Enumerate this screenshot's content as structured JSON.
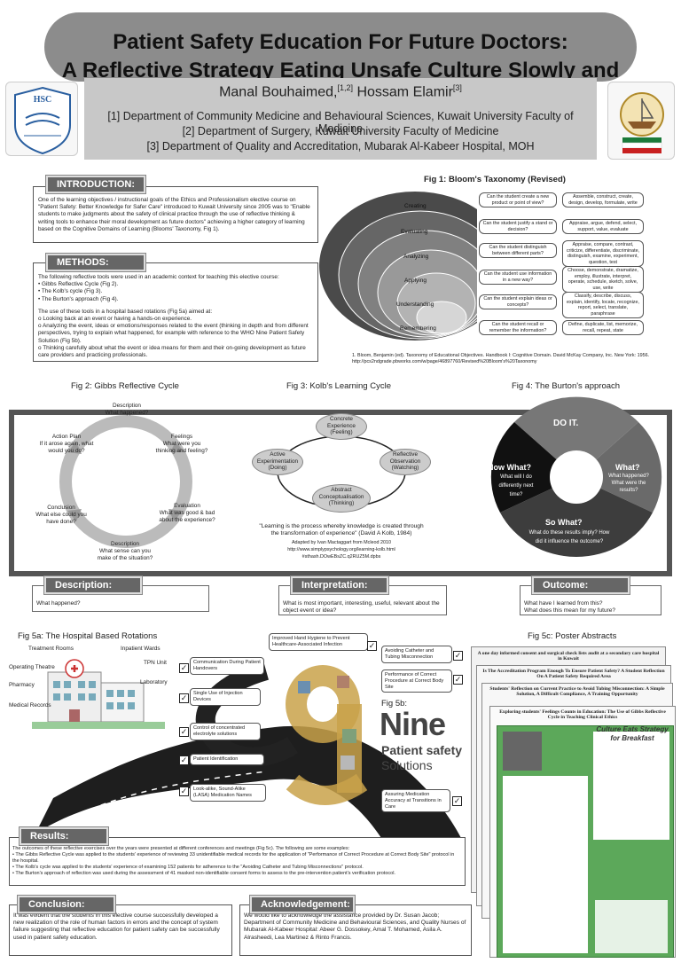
{
  "header": {
    "title_line1": "Patient Safety Education For Future Doctors:",
    "title_line2": "A Reflective Strategy Eating Unsafe Culture Slowly and Surely",
    "author1": "Manal Bouhaimed,",
    "author1_sup": "[1,2]",
    "author2": " Hossam Elamir",
    "author2_sup": "[3]",
    "affiliations": [
      "[1] Department of Community Medicine and Behavioural Sciences, Kuwait University Faculty of Medicine",
      "[2] Department of Surgery, Kuwait University Faculty of Medicine",
      "[3] Department of Quality and Accreditation, Mubarak Al-Kabeer Hospital, MOH"
    ],
    "logo_left": "HSC"
  },
  "introduction": {
    "heading": "INTRODUCTION:",
    "text": "One of the learning objectives / instructional goals of the Ethics and Professionalism elective course on \"Patient Safety: Better Knowledge for Safer Care\" introduced to Kuwait University since 2005 was to \"Enable students to make judgments about the safety of clinical practice through the use of reflective thinking & writing tools to enhance their moral development as future doctors\" achieving a higher category of learning based on the Cognitive Domains of Learning (Blooms' Taxonomy, Fig 1)."
  },
  "methods": {
    "heading": "METHODS:",
    "intro": "The following reflective tools were used in an academic context for teaching this elective course:",
    "tools": [
      "• Gibbs Reflective Cycle (Fig 2).",
      "• The Kolb's cycle (Fig 3).",
      "• The Burton's approach (Fig 4)."
    ],
    "aim": "The use of these tools in a hospital based rotations (Fig 5a) aimed at:",
    "aims": [
      "o   Looking back at an event or having a hands-on experience.",
      "o   Analyzing the event, ideas or emotions/responses related to the event (thinking in depth and from different perspectives, trying to explain what happened, for example with reference to the WHO Nine Patient Safety Solution (Fig 5b).",
      "o   Thinking carefully about what the event or idea means for them and their on-going development as future care providers and practicing professionals."
    ]
  },
  "fig1": {
    "title": "Fig 1: Bloom's Taxonomy (Revised)",
    "levels": [
      "Creating",
      "Evaluating",
      "Analyzing",
      "Applying",
      "Understanding",
      "Remembering"
    ],
    "questions": [
      "Can the student create a new product or point of view?",
      "Can the student justify a stand or decision?",
      "Can the student distinguish between different parts?",
      "Can the student use information in a new way?",
      "Can the student explain ideas or concepts?",
      "Can the student recall or remember the information?"
    ],
    "verbs": [
      "Assemble, construct, create, design, develop, formulate, write",
      "Appraise, argue, defend, select, support, value, evaluate",
      "Appraise, compare, contrast, criticize, differentiate, discriminate, distinguish, examine, experiment, question, test",
      "Choose, demonstrate, dramatize, employ, illustrate, interpret, operate, schedule, sketch, solve, use, write",
      "Classify, describe, discuss, explain, identify, locate, recognize, report, select, translate, paraphrase",
      "Define, duplicate, list, memorize, recall, repeat, state"
    ],
    "reference": "1. Bloom, Benjamin (ed). Taxonomy of Educational Objectives. Handbook I: Cognitive Domain. David McKay Company, Inc. New York: 1956. http://pcs2ndgrade.pbworks.com/w/page/46897760/Revised%20Bloom's%20Taxonomy"
  },
  "fig2": {
    "title": "Fig 2: Gibbs Reflective Cycle",
    "stages": [
      {
        "name": "Description",
        "q": "What happened?"
      },
      {
        "name": "Feelings",
        "q": "What were you thinking and feeling?"
      },
      {
        "name": "Evaluation",
        "q": "What was good & bad about the experience?"
      },
      {
        "name": "Description",
        "q": "What sense can you make of the situation?"
      },
      {
        "name": "Conclusion",
        "q": "What else could you have done?"
      },
      {
        "name": "Action Plan",
        "q": "If it arose again, what would you do?"
      }
    ]
  },
  "fig3": {
    "title": "Fig 3: Kolb's Learning Cycle",
    "stages": [
      "Concrete Experience (Feeling)",
      "Reflective Observation (Watching)",
      "Abstract Conceptualisation (Thinking)",
      "Active Experimentation (Doing)"
    ],
    "quote": "\"Learning is the process whereby knowledge is created through the transformation of experience\" (David A Kolb, 1984)",
    "adapted": "Adapted by Ivan Mactaggart from Mcleod 2010",
    "url1": "http://www.simplypsychology.org/learning-kolb.html",
    "url2": "#sthash.DOwEBsZC.q2RUZ5M.dpbs"
  },
  "fig4": {
    "title": "Fig 4: The Burton's approach",
    "do_it": "DO IT.",
    "what": "What?",
    "what_sub": "What happened? What were the results?",
    "so_what": "So What?",
    "so_what_sub": "What do these results imply? How did it influence the outcome?",
    "now_what": "Now What?",
    "now_what_sub": "What will I do differently next time?"
  },
  "comments": {
    "description_head": "Description:",
    "description_text": "What happened?",
    "interpretation_head": "Interpretation:",
    "interpretation_text": "What is most important, interesting, useful, relevant about the object event or idea?",
    "outcome_head": "Outcome:",
    "outcome_text1": "What have I learned from this?",
    "outcome_text2": "What does this mean for my future?"
  },
  "fig5a": {
    "title": "Fig 5a: The Hospital Based Rotations",
    "labels": [
      "Treatment Rooms",
      "Inpatient Wards",
      "TPN Unit",
      "Operating Theatre",
      "Laboratory",
      "Pharmacy",
      "Medical Records"
    ]
  },
  "fig5b": {
    "title": "Fig 5b:",
    "nine": "Nine",
    "ps": "Patient safety",
    "solutions": "Solutions",
    "left_items": [
      "Improved Hand Hygiene to Prevent Healthcare-Associated Infection",
      "Communication During Patient Handovers",
      "Single Use of Injection Devices",
      "Control of concentrated electrolyte solutions",
      "Patient Identification",
      "Look-alike, Sound-Alike (LASA) Medication Names"
    ],
    "right_items": [
      "Avoiding Catheter and Tubing Misconnection",
      "Performance of Correct Procedure at Correct Body Site",
      "Assuring Medication Accuracy at Transitions in Care"
    ]
  },
  "fig5c": {
    "title": "Fig 5c: Poster Abstracts",
    "posters": [
      "A one day informed consent and surgical check lists audit at a secondary care hospital in Kuwait",
      "Is The Accreditation Program Enough To Ensure Patient Safety? A Student Reflection On A Patient Safety Required Area",
      "Students' Reflection on Current Practice to Avoid Tubing Misconnection: A Simple Solution, A Difficult Compliance, A Training Opportunity",
      "Exploring students' Feelings Counts in Education: The Use of Gibbs Reflective Cycle in Teaching Clinical Ethics"
    ],
    "cartoon": "Culture Eats Strategy for Breakfast"
  },
  "results": {
    "heading": "Results:",
    "lines": [
      "The outcomes of these reflective exercises over the years were presented at different conferences and meetings (Fig 5c). The following are some examples:",
      "• The Gibbs Reflective Cycle was applied to the students' experience of reviewing 33 unidentifiable medical records for the application of \"Performance of Correct Procedure at Correct Body Site\" protocol in the hospital.",
      "• The Kolb's cycle was applied to the students' experience of examining 152 patients for adherence to the \"Avoiding Catheter and Tubing Misconnections\" protocol.",
      "• The Burton's approach of reflection was used during the assessment of 41 masked non-identifiable consent forms to assess to the pre-intervention patient's verification protocol."
    ]
  },
  "conclusion": {
    "heading": "Conclusion:",
    "text": "It was evident that the students in this elective course successfully developed a new realization of the role of human factors in errors and the concept of system failure suggesting that reflective education for patient safety can be successfully used in patient safety education."
  },
  "acknowledgement": {
    "heading": "Acknowledgement:",
    "text": "We would like to acknowledge the assistance provided by Dr. Susan Jacob; Department of Community Medicine and Behavioural Sciences, and Quality Nurses of Mubarak Al-Kabeer Hospital: Abeer G. Dossokey, Amal T. Mohamed, Asila A. Alrasheedi, Lea Martinez & Rinto Francis."
  }
}
